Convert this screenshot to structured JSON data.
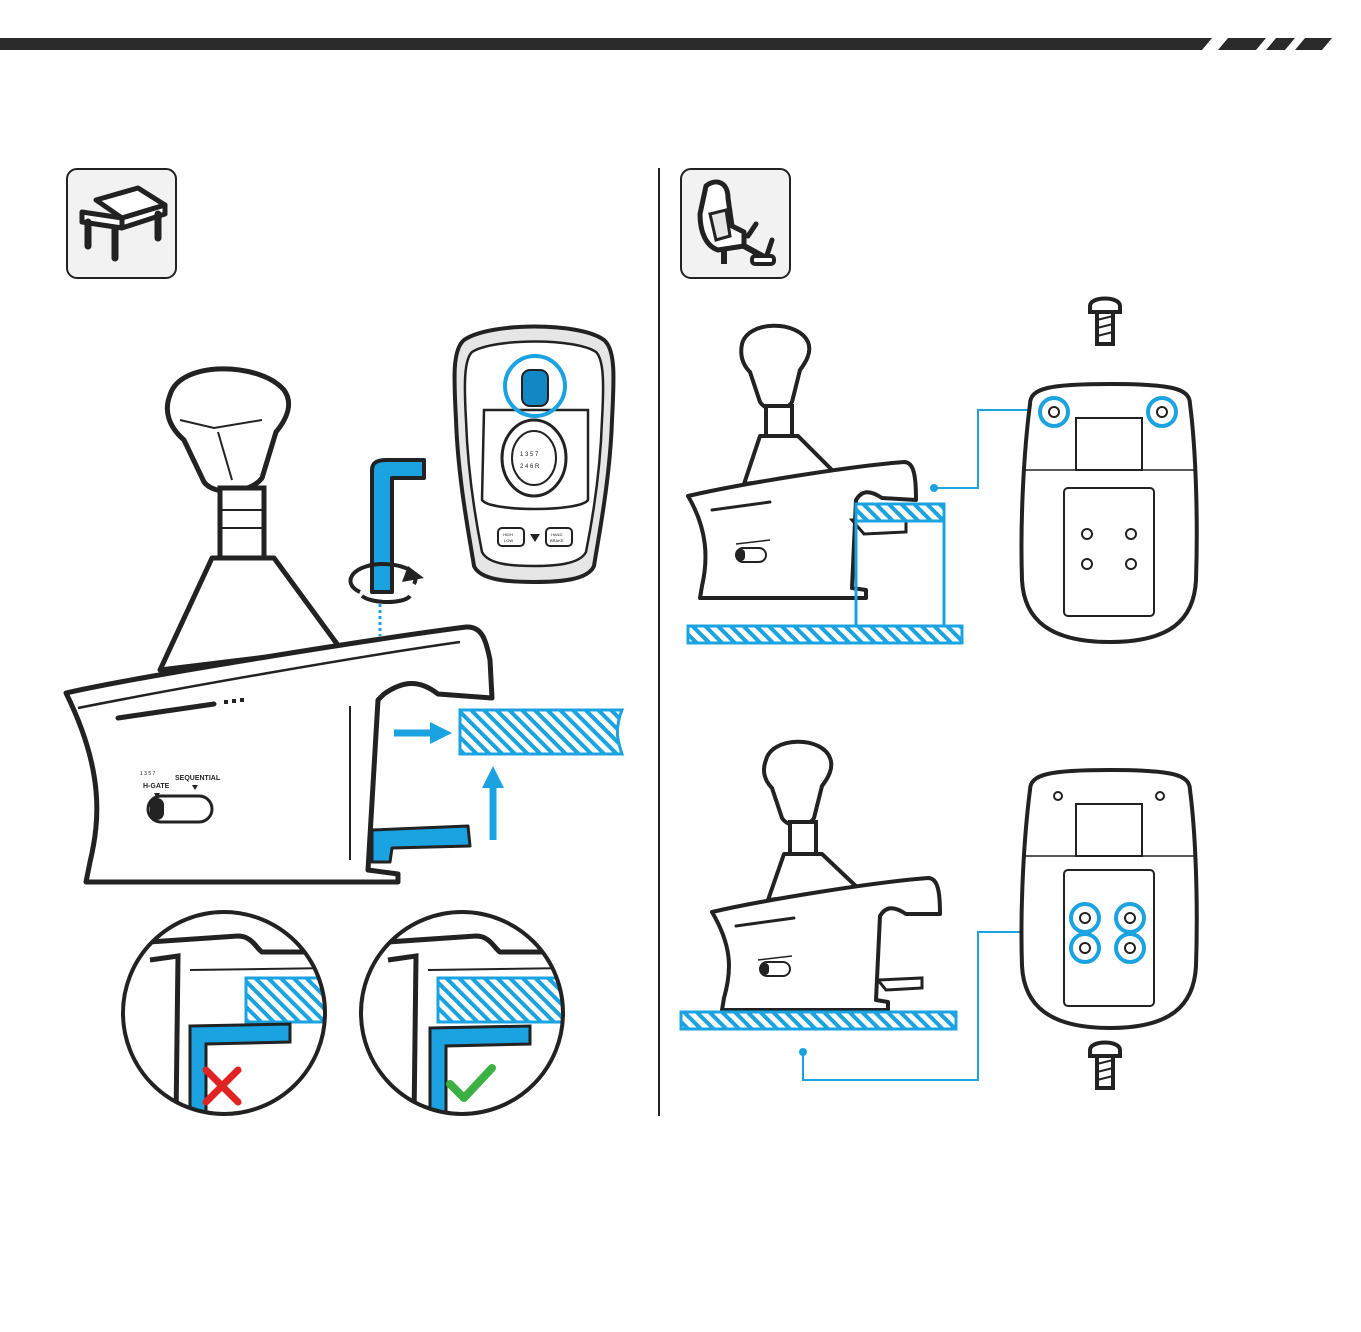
{
  "colors": {
    "ink": "#222222",
    "accent": "#1aa3e0",
    "accent_dark": "#1386c4",
    "grey_fill": "#e6e6e6",
    "panel_bg": "#f2f2f2",
    "wrong": "#e02323",
    "right": "#3cb043"
  },
  "icons": {
    "desk": "desk-icon",
    "rig": "racing-seat-icon",
    "allen_key": "hex-key-icon",
    "screw": "screw-icon",
    "cross": "cross-icon",
    "check": "check-icon",
    "arrow": "arrow-icon"
  },
  "shifter_labels": {
    "mode_hgate": "H-GATE",
    "mode_sequential": "SEQUENTIAL",
    "gate_digits_top": "1 3 5 7",
    "gate_digits_bottom": "2 4 6 R",
    "button_left_top": "HIGH",
    "button_left_bottom": "LOW",
    "button_right_top": "HAND",
    "button_right_bottom": "BRAKE"
  },
  "panels": {
    "desk_mount": {
      "setting": "desk"
    },
    "rig_mount": {
      "setting": "rig"
    }
  },
  "clamp_check": [
    {
      "state": "incorrect",
      "icon": "cross-icon"
    },
    {
      "state": "correct",
      "icon": "check-icon"
    }
  ]
}
